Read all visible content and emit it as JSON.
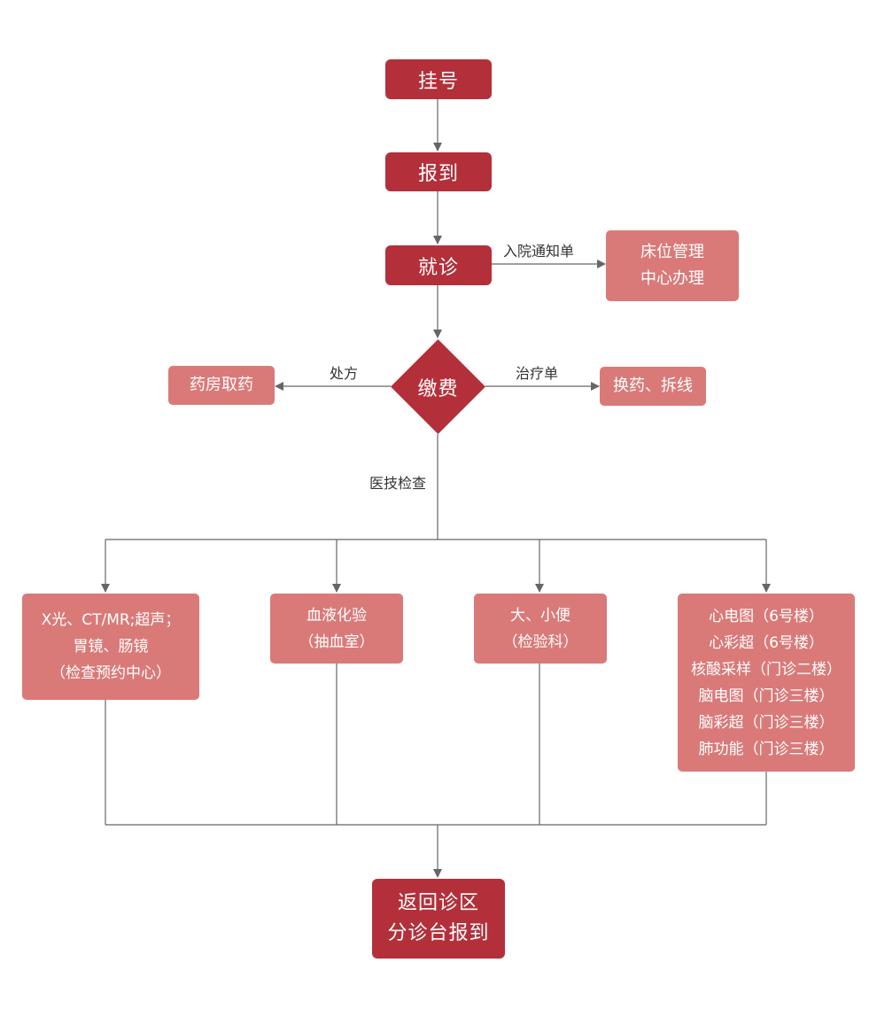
{
  "nodes": {
    "register": "挂号",
    "checkin": "报到",
    "consult": "就诊",
    "bed_management": [
      "床位管理",
      "中心办理"
    ],
    "payment": "缴费",
    "pharmacy": "药房取药",
    "dressing": "换药、拆线",
    "imaging": [
      "X光、CT/MR;超声；",
      "胃镜、肠镜",
      "（检查预约中心）"
    ],
    "blood_test": [
      "血液化验",
      "（抽血室）"
    ],
    "stool_urine": [
      "大、小便",
      "（检验科）"
    ],
    "functional_tests": [
      "心电图（6号楼）",
      "心彩超（6号楼）",
      "核酸采样（门诊二楼）",
      "脑电图（门诊三楼）",
      "脑彩超（门诊三楼）",
      "肺功能（门诊三楼）"
    ],
    "return": [
      "返回诊区",
      "分诊台报到"
    ]
  },
  "edge_labels": {
    "admission_notice": "入院通知单",
    "prescription": "处方",
    "treatment_order": "治疗单",
    "medical_exam": "医技检查"
  },
  "colors": {
    "primary": "#b3303a",
    "secondary": "#d97a79",
    "connector": "#666666"
  }
}
